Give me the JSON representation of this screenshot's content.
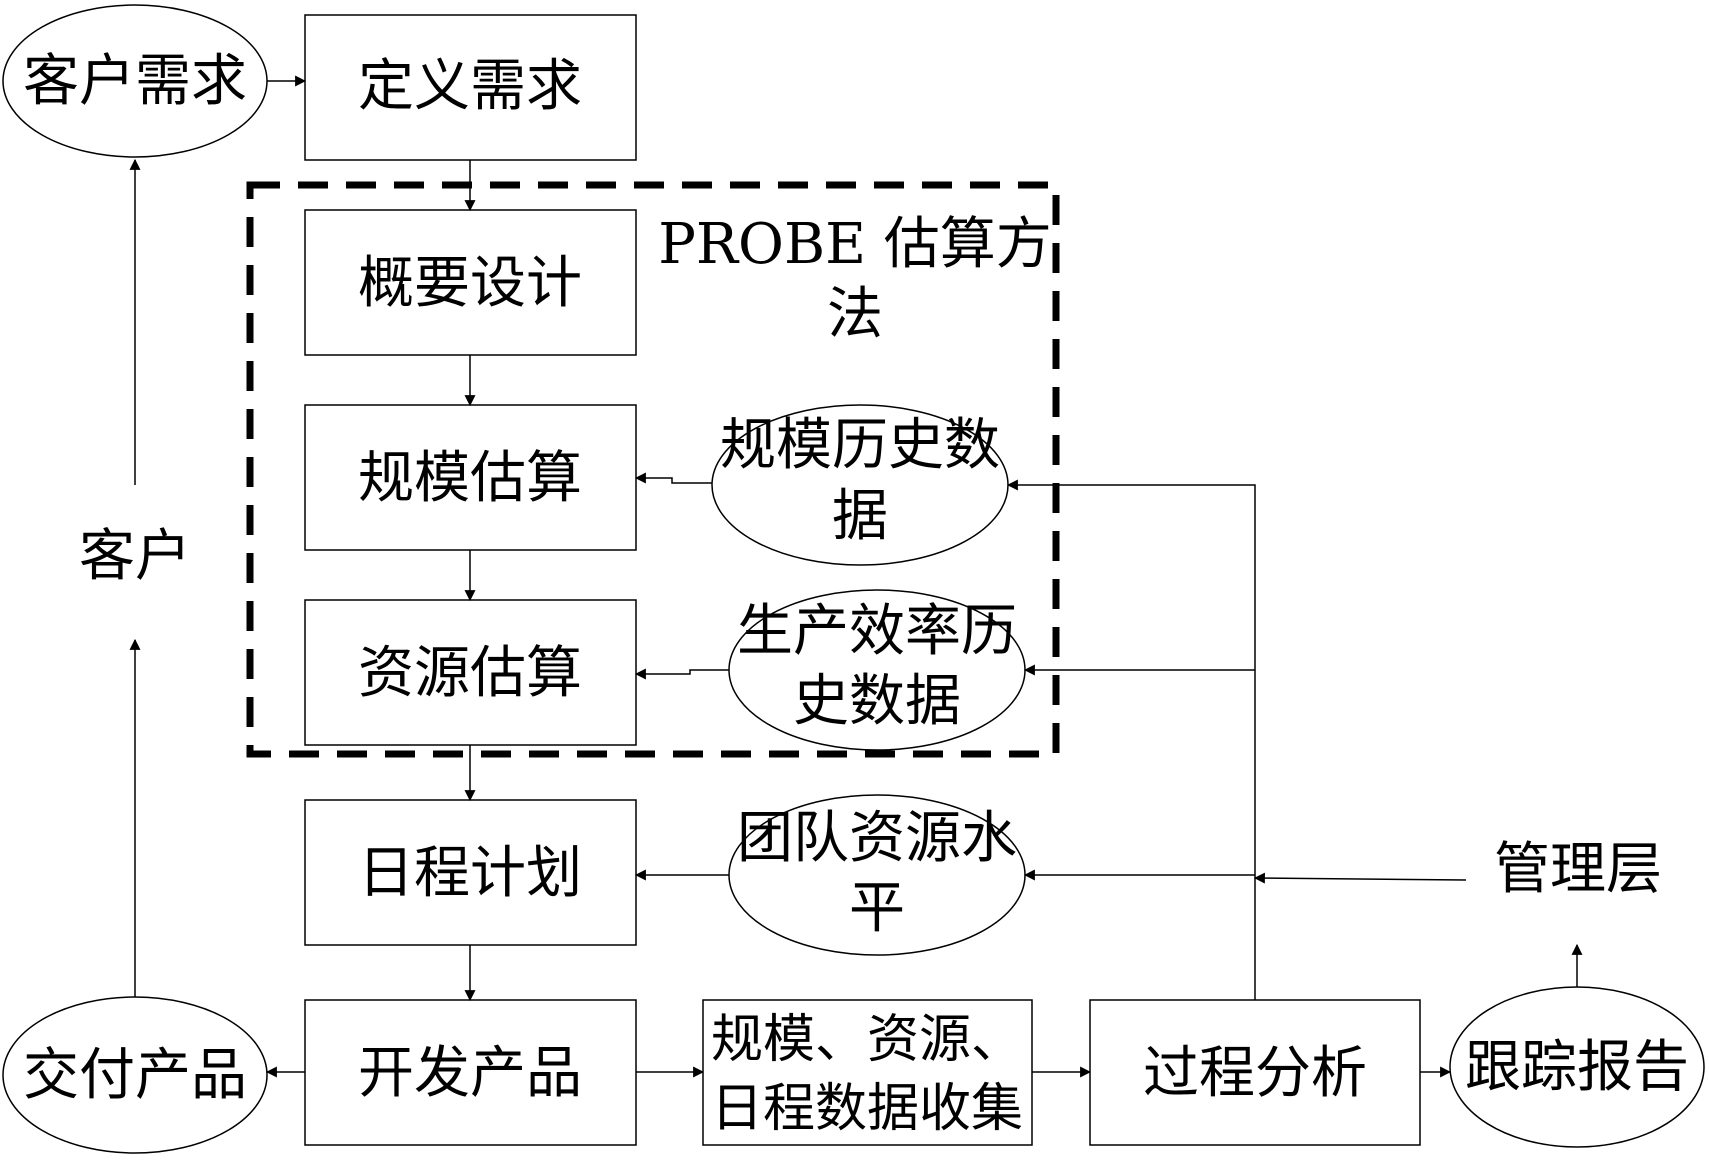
{
  "nodes": {
    "customer_need": "客户需求",
    "define_req": "定义需求",
    "outline_design": "概要设计",
    "size_est": "规模估算",
    "resource_est": "资源估算",
    "schedule": "日程计划",
    "develop": "开发产品",
    "deliver": "交付产品",
    "data_collect_1": "规模、资源、",
    "data_collect_2": "日程数据收集",
    "process_analysis": "过程分析",
    "tracking_report": "跟踪报告",
    "size_history_1": "规模历史数",
    "size_history_2": "据",
    "prod_history_1": "生产效率历",
    "prod_history_2": "史数据",
    "team_level_1": "团队资源水",
    "team_level_2": "平",
    "customer": "客户",
    "management": "管理层",
    "probe_1": "PROBE 估算方",
    "probe_2": "法"
  }
}
